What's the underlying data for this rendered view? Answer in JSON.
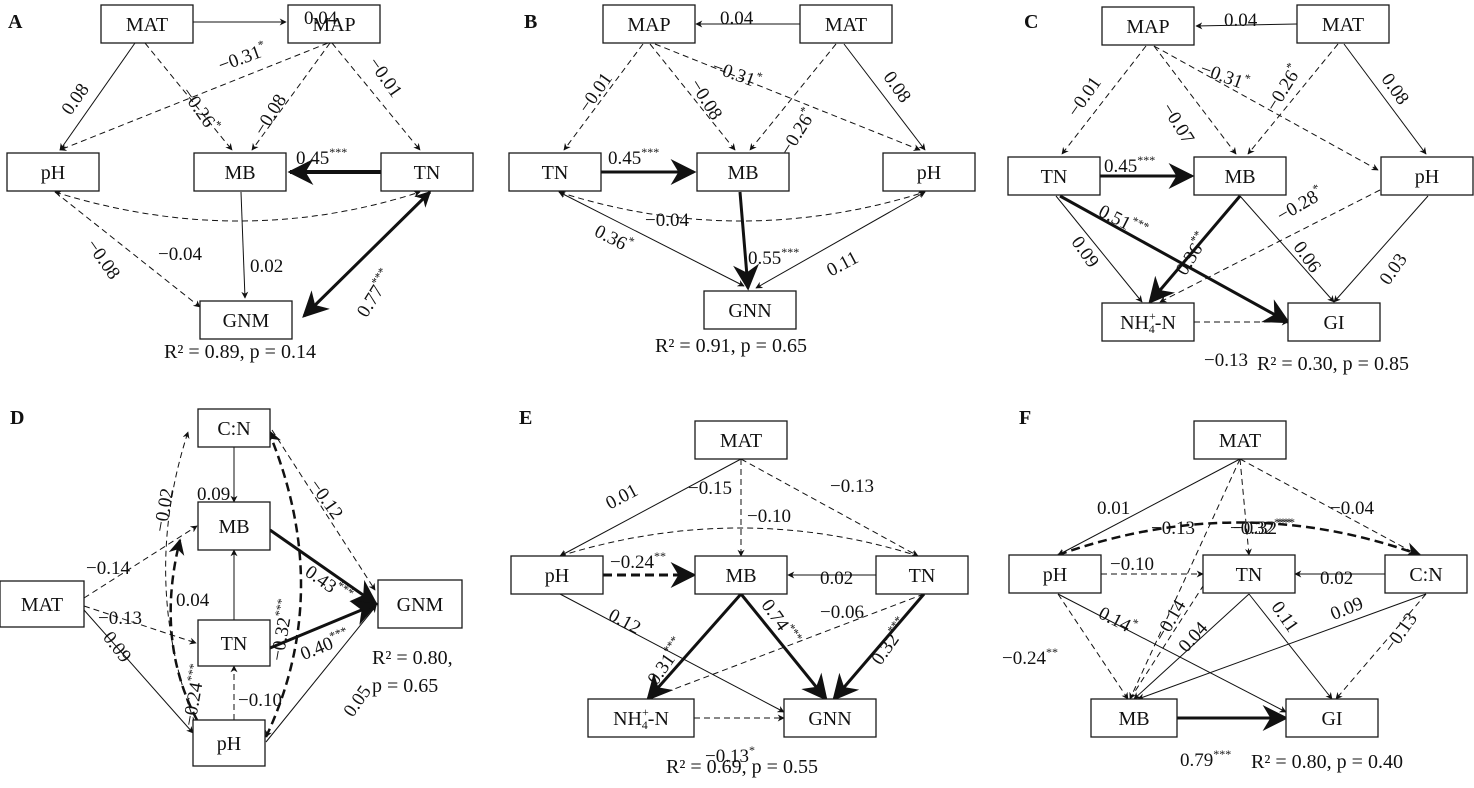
{
  "figure": {
    "colors": {
      "stroke": "#111111",
      "background": "#ffffff"
    },
    "panels": [
      {
        "letter": "A",
        "fit_line1": "R² = 0.89, p = 0.14",
        "nodes": [
          "MAT",
          "MAP",
          "pH",
          "MB",
          "TN",
          "GNM"
        ],
        "paths": [
          {
            "from": "MAT",
            "to": "MAP",
            "coef": "0.04",
            "sig": "",
            "sign": "positive"
          },
          {
            "from": "MAT",
            "to": "pH",
            "coef": "0.08",
            "sig": "",
            "sign": "positive"
          },
          {
            "from": "MAT",
            "to": "MB",
            "coef": "−0.26",
            "sig": "*",
            "sign": "negative"
          },
          {
            "from": "MAP",
            "to": "pH",
            "coef": "−0.31",
            "sig": "*",
            "sign": "negative"
          },
          {
            "from": "MAP",
            "to": "MB",
            "coef": "−0.08",
            "sig": "",
            "sign": "negative"
          },
          {
            "from": "MAP",
            "to": "TN",
            "coef": "−0.01",
            "sig": "",
            "sign": "negative"
          },
          {
            "from": "TN",
            "to": "MB",
            "coef": "0.45",
            "sig": "***",
            "sign": "positive"
          },
          {
            "from": "pH",
            "to": "TN",
            "coef": "−0.04",
            "sig": "",
            "sign": "negative"
          },
          {
            "from": "pH",
            "to": "GNM",
            "coef": "−0.08",
            "sig": "",
            "sign": "negative"
          },
          {
            "from": "MB",
            "to": "GNM",
            "coef": "0.02",
            "sig": "",
            "sign": "positive"
          },
          {
            "from": "TN",
            "to": "GNM",
            "coef": "0.77",
            "sig": "***",
            "sign": "positive"
          }
        ]
      },
      {
        "letter": "B",
        "fit_line1": "R² = 0.91, p = 0.65",
        "nodes": [
          "MAP",
          "MAT",
          "TN",
          "MB",
          "pH",
          "GNN"
        ],
        "paths": [
          {
            "from": "MAT",
            "to": "MAP",
            "coef": "0.04",
            "sig": "",
            "sign": "positive"
          },
          {
            "from": "MAP",
            "to": "TN",
            "coef": "−0.01",
            "sig": "",
            "sign": "negative"
          },
          {
            "from": "MAP",
            "to": "MB",
            "coef": "−0.08",
            "sig": "",
            "sign": "negative"
          },
          {
            "from": "MAP",
            "to": "pH",
            "coef": "−0.31",
            "sig": "*",
            "sign": "negative"
          },
          {
            "from": "MAT",
            "to": "MB",
            "coef": "−0.26",
            "sig": "*",
            "sign": "negative"
          },
          {
            "from": "MAT",
            "to": "pH",
            "coef": "0.08",
            "sig": "",
            "sign": "positive"
          },
          {
            "from": "TN",
            "to": "MB",
            "coef": "0.45",
            "sig": "***",
            "sign": "positive"
          },
          {
            "from": "pH",
            "to": "TN",
            "coef": "−0.04",
            "sig": "",
            "sign": "negative"
          },
          {
            "from": "TN",
            "to": "GNN",
            "coef": "0.36",
            "sig": "*",
            "sign": "positive"
          },
          {
            "from": "MB",
            "to": "GNN",
            "coef": "0.55",
            "sig": "***",
            "sign": "positive"
          },
          {
            "from": "pH",
            "to": "GNN",
            "coef": "0.11",
            "sig": "",
            "sign": "positive"
          }
        ]
      },
      {
        "letter": "C",
        "fit_line1": "R² = 0.30, p = 0.85",
        "nodes": [
          "MAP",
          "MAT",
          "TN",
          "MB",
          "pH",
          "NH4+-N",
          "GI"
        ],
        "paths": [
          {
            "from": "MAT",
            "to": "MAP",
            "coef": "0.04",
            "sig": "",
            "sign": "positive"
          },
          {
            "from": "MAP",
            "to": "TN",
            "coef": "−0.01",
            "sig": "",
            "sign": "negative"
          },
          {
            "from": "MAP",
            "to": "MB",
            "coef": "−0.07",
            "sig": "",
            "sign": "negative"
          },
          {
            "from": "MAP",
            "to": "pH",
            "coef": "−0.31",
            "sig": "*",
            "sign": "negative"
          },
          {
            "from": "MAT",
            "to": "MB",
            "coef": "−0.26",
            "sig": "*",
            "sign": "negative"
          },
          {
            "from": "MAT",
            "to": "pH",
            "coef": "0.08",
            "sig": "",
            "sign": "positive"
          },
          {
            "from": "TN",
            "to": "MB",
            "coef": "0.45",
            "sig": "***",
            "sign": "positive"
          },
          {
            "from": "TN",
            "to": "NH4+-N",
            "coef": "0.09",
            "sig": "",
            "sign": "positive"
          },
          {
            "from": "TN",
            "to": "GI",
            "coef": "0.51",
            "sig": "***",
            "sign": "positive"
          },
          {
            "from": "MB",
            "to": "NH4+-N",
            "coef": "0.36",
            "sig": "**",
            "sign": "positive"
          },
          {
            "from": "MB",
            "to": "GI",
            "coef": "0.06",
            "sig": "",
            "sign": "positive"
          },
          {
            "from": "pH",
            "to": "NH4+-N",
            "coef": "−0.28",
            "sig": "*",
            "sign": "negative"
          },
          {
            "from": "pH",
            "to": "GI",
            "coef": "0.03",
            "sig": "",
            "sign": "positive"
          },
          {
            "from": "NH4+-N",
            "to": "GI",
            "coef": "−0.13",
            "sig": "",
            "sign": "negative"
          }
        ]
      },
      {
        "letter": "D",
        "fit_line1": "R² = 0.80,",
        "fit_line2": "p = 0.65",
        "nodes": [
          "C:N",
          "MB",
          "MAT",
          "TN",
          "pH",
          "GNM"
        ],
        "paths": [
          {
            "from": "C:N",
            "to": "MB",
            "coef": "0.09",
            "sig": "",
            "sign": "positive"
          },
          {
            "from": "pH",
            "to": "C:N",
            "coef": "−0.02",
            "sig": "",
            "sign": "negative"
          },
          {
            "from": "C:N",
            "to": "GNM",
            "coef": "−0.12",
            "sig": "",
            "sign": "negative"
          },
          {
            "from": "MAT",
            "to": "MB",
            "coef": "−0.14",
            "sig": "",
            "sign": "negative"
          },
          {
            "from": "MAT",
            "to": "TN",
            "coef": "−0.13",
            "sig": "",
            "sign": "negative"
          },
          {
            "from": "MAT",
            "to": "pH",
            "coef": "0.09",
            "sig": "",
            "sign": "positive"
          },
          {
            "from": "TN",
            "to": "MB",
            "coef": "0.04",
            "sig": "",
            "sign": "positive"
          },
          {
            "from": "pH",
            "to": "MB",
            "coef": "−0.24",
            "sig": "***",
            "sign": "negative"
          },
          {
            "from": "pH",
            "to": "C:N",
            "coef": "−0.32",
            "sig": "***",
            "sign": "negative"
          },
          {
            "from": "MB",
            "to": "GNM",
            "coef": "0.43",
            "sig": "***",
            "sign": "positive"
          },
          {
            "from": "TN",
            "to": "GNM",
            "coef": "0.40",
            "sig": "***",
            "sign": "positive"
          },
          {
            "from": "pH",
            "to": "TN",
            "coef": "−0.10",
            "sig": "",
            "sign": "negative"
          },
          {
            "from": "pH",
            "to": "GNM",
            "coef": "0.05",
            "sig": "",
            "sign": "positive"
          }
        ]
      },
      {
        "letter": "E",
        "fit_line1": "R² = 0.69, p = 0.55",
        "nodes": [
          "MAT",
          "pH",
          "MB",
          "TN",
          "NH4+-N",
          "GNN"
        ],
        "paths": [
          {
            "from": "MAT",
            "to": "pH",
            "coef": "0.01",
            "sig": "",
            "sign": "positive"
          },
          {
            "from": "MAT",
            "to": "MB",
            "coef": "−0.15",
            "sig": "",
            "sign": "negative"
          },
          {
            "from": "MAT",
            "to": "TN",
            "coef": "−0.13",
            "sig": "",
            "sign": "negative"
          },
          {
            "from": "pH",
            "to": "TN",
            "coef": "−0.10",
            "sig": "",
            "sign": "negative"
          },
          {
            "from": "pH",
            "to": "MB",
            "coef": "−0.24",
            "sig": "**",
            "sign": "negative"
          },
          {
            "from": "TN",
            "to": "MB",
            "coef": "0.02",
            "sig": "",
            "sign": "positive"
          },
          {
            "from": "pH",
            "to": "GNN",
            "coef": "0.12",
            "sig": "",
            "sign": "positive"
          },
          {
            "from": "MB",
            "to": "NH4+-N",
            "coef": "0.31",
            "sig": "***",
            "sign": "positive"
          },
          {
            "from": "MB",
            "to": "GNN",
            "coef": "0.74",
            "sig": "***",
            "sign": "positive"
          },
          {
            "from": "TN",
            "to": "NH4+-N",
            "coef": "−0.06",
            "sig": "",
            "sign": "negative"
          },
          {
            "from": "TN",
            "to": "GNN",
            "coef": "0.32",
            "sig": "***",
            "sign": "positive"
          },
          {
            "from": "NH4+-N",
            "to": "GNN",
            "coef": "−0.13",
            "sig": "*",
            "sign": "negative"
          }
        ]
      },
      {
        "letter": "F",
        "fit_line1": "R² = 0.80, p = 0.40",
        "nodes": [
          "MAT",
          "pH",
          "TN",
          "C:N",
          "MB",
          "GI"
        ],
        "paths": [
          {
            "from": "MAT",
            "to": "pH",
            "coef": "0.01",
            "sig": "",
            "sign": "positive"
          },
          {
            "from": "MAT",
            "to": "MB",
            "coef": "−0.13",
            "sig": "",
            "sign": "negative"
          },
          {
            "from": "MAT",
            "to": "TN",
            "coef": "−0.32",
            "sig": "***",
            "sign": "negative"
          },
          {
            "from": "MAT",
            "to": "C:N",
            "coef": "−0.04",
            "sig": "",
            "sign": "negative"
          },
          {
            "from": "pH",
            "to": "C:N",
            "coef": "−0.32",
            "sig": "***",
            "sign": "negative"
          },
          {
            "from": "pH",
            "to": "TN",
            "coef": "−0.10",
            "sig": "",
            "sign": "negative"
          },
          {
            "from": "C:N",
            "to": "TN",
            "coef": "0.02",
            "sig": "",
            "sign": "positive"
          },
          {
            "from": "pH",
            "to": "MB",
            "coef": "−0.24",
            "sig": "**",
            "sign": "negative"
          },
          {
            "from": "pH",
            "to": "GI",
            "coef": "0.14",
            "sig": "*",
            "sign": "positive"
          },
          {
            "from": "MAT",
            "to": "MB",
            "coef": "−0.14",
            "sig": "",
            "sign": "negative"
          },
          {
            "from": "TN",
            "to": "MB",
            "coef": "0.04",
            "sig": "",
            "sign": "positive"
          },
          {
            "from": "TN",
            "to": "GI",
            "coef": "0.11",
            "sig": "",
            "sign": "positive"
          },
          {
            "from": "C:N",
            "to": "MB",
            "coef": "0.09",
            "sig": "",
            "sign": "positive"
          },
          {
            "from": "C:N",
            "to": "GI",
            "coef": "−0.13",
            "sig": "",
            "sign": "negative"
          },
          {
            "from": "MB",
            "to": "GI",
            "coef": "0.79",
            "sig": "***",
            "sign": "positive"
          }
        ]
      }
    ]
  }
}
